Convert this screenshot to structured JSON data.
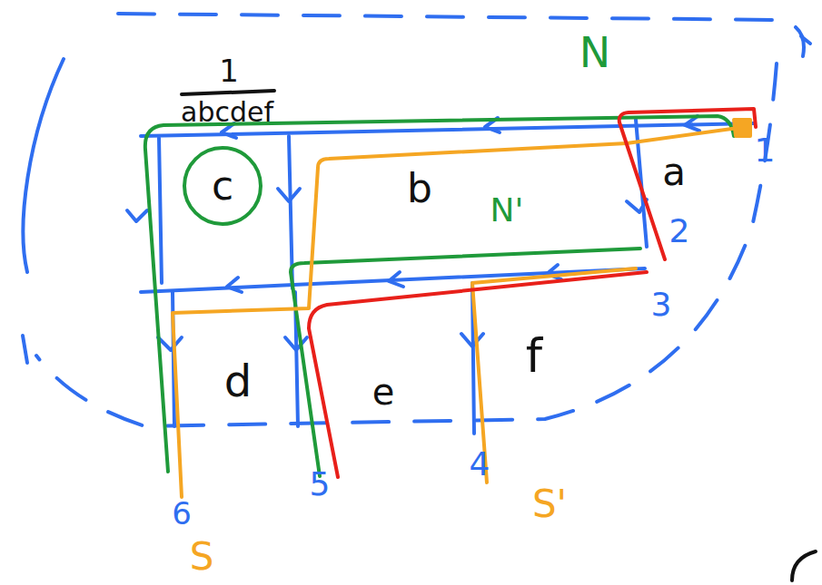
{
  "diagram": {
    "nodes": [
      {
        "text": [
          "c"
        ]
      }
    ],
    "labels": [
      "1",
      "abcdef",
      "N",
      "a",
      "b",
      "N'",
      "1",
      "2",
      "3",
      "d",
      "e",
      "f",
      "4",
      "5",
      "6",
      "S",
      "S'"
    ]
  }
}
